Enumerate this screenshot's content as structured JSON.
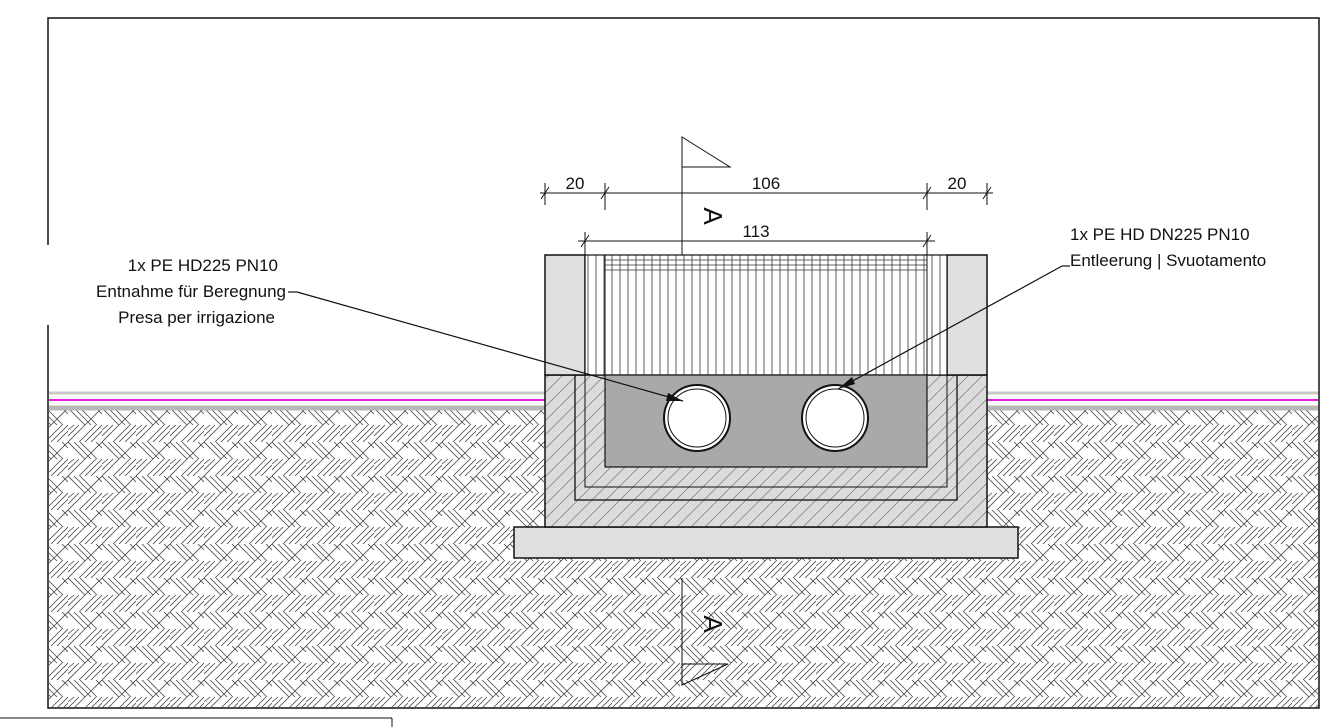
{
  "dimensions": {
    "top": [
      "20",
      "106",
      "20"
    ],
    "inner": "113"
  },
  "section_marker": "A",
  "callouts": {
    "left": [
      "1x PE HD225 PN10",
      "Entnahme für Beregnung",
      "Presa per irrigazione"
    ],
    "right": [
      "1x PE HD DN225 PN10",
      "Entleerung | Svuotamento"
    ]
  },
  "colors": {
    "line": "#111111",
    "wall_fill": "#e0e0e0",
    "water_fill": "#a9a9a9",
    "utility_line": "#e020e0",
    "ground_line": "#b8b8b8"
  }
}
